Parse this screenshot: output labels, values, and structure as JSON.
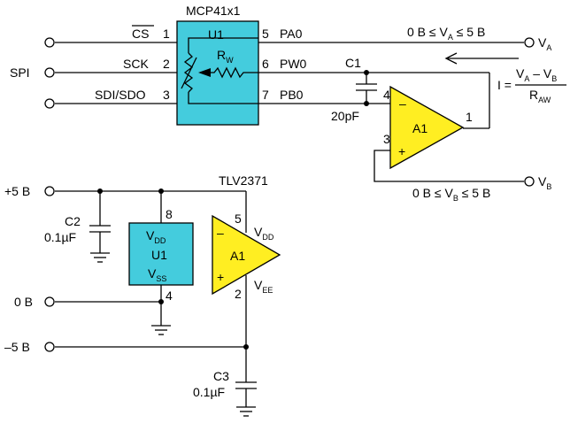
{
  "colors": {
    "ic_fill": "#44ccdd",
    "opamp_fill": "#ffee22",
    "wire": "#000000"
  },
  "digipot": {
    "part_title": "MCP41x1",
    "ref": "U1",
    "rw_main": "R",
    "rw_sub": "W",
    "pins_left": [
      {
        "name": "CS",
        "num": "1"
      },
      {
        "name": "SCK",
        "num": "2"
      },
      {
        "name": "SDI/SDO",
        "num": "3"
      }
    ],
    "pins_right": [
      {
        "num": "5",
        "name": "PA0"
      },
      {
        "num": "6",
        "name": "PW0"
      },
      {
        "num": "7",
        "name": "PB0"
      }
    ],
    "spi_label": "SPI"
  },
  "feedback": {
    "cap_ref": "C1",
    "cap_value": "20pF",
    "opamp_ref": "A1",
    "pin_minus": "4",
    "pin_plus": "3",
    "pin_out": "1"
  },
  "outputs": {
    "va_range": "0 B ≤ V",
    "va_range_sub": "A",
    "va_range_tail": " ≤ 5 B",
    "va_label": "V",
    "va_label_sub": "A",
    "vb_range": "0 B ≤ V",
    "vb_range_sub": "B",
    "vb_range_tail": " ≤ 5 B",
    "vb_label": "V",
    "vb_label_sub": "B"
  },
  "equation": {
    "lhs": "I =",
    "num_a": "V",
    "num_a_sub": "A",
    "num_op": " – V",
    "num_b_sub": "B",
    "den": "R",
    "den_sub": "AW"
  },
  "power": {
    "plus5": "+5 B",
    "zero": "0 B",
    "minus5": "–5 B",
    "c2_ref": "C2",
    "c2_value": "0.1µF",
    "c3_ref": "C3",
    "c3_value": "0.1µF",
    "u1_vdd": "V",
    "u1_vdd_sub": "DD",
    "u1_ref": "U1",
    "u1_vss": "V",
    "u1_vss_sub": "SS",
    "u1_pin_top": "8",
    "u1_pin_bottom": "4",
    "amp_part": "TLV2371",
    "amp_ref": "A1",
    "amp_pin_vdd": "5",
    "amp_pin_vee": "2",
    "amp_vdd": "V",
    "amp_vdd_sub": "DD",
    "amp_vee": "V",
    "amp_vee_sub": "EE"
  }
}
